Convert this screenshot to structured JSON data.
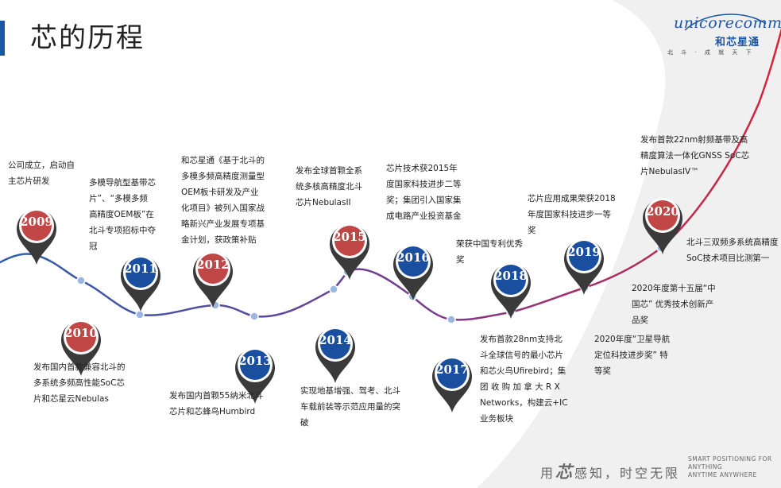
{
  "header": {
    "title": "芯的历程"
  },
  "logo": {
    "wordmark": "unicorecomm",
    "cn_name": "和芯星通",
    "slogan": "北 斗 · 成 就 天 下"
  },
  "colors": {
    "accent_blue": "#1c56a8",
    "pin_red": "#c14747",
    "pin_blue": "#1a4f9f",
    "curve_start": "#2f5fae",
    "curve_end": "#d92236",
    "bg_gray": "#f0f0f0"
  },
  "timeline": [
    {
      "year": "2009",
      "color": "red",
      "text": "公司成立，启动自\n主芯片研发"
    },
    {
      "year": "2010",
      "color": "red",
      "text": "发布国内首款兼容北斗的\n多系统多频高性能SoC芯\n片和芯星云Nebulas"
    },
    {
      "year": "2011",
      "color": "blue",
      "text": "多模导航型基带芯\n片”、“多模多频\n高精度OEM板”在\n北斗专项招标中夺\n冠"
    },
    {
      "year": "2012",
      "color": "red",
      "text": "和芯星通《基于北斗的\n多模多频高精度测量型\nOEM板卡研发及产业\n化项目》被列入国家战\n略新兴产业发展专项基\n金计划，获政策补贴"
    },
    {
      "year": "2013",
      "color": "blue",
      "text": "发布国内首颗55纳米北斗\n芯片和芯蜂鸟Humbird"
    },
    {
      "year": "2014",
      "color": "blue",
      "text": "实现地基增强、驾考、北斗\n车载前装等示范应用量的突\n破"
    },
    {
      "year": "2015",
      "color": "red",
      "text": "发布全球首颗全系\n统多核高精度北斗\n芯片NebulasII"
    },
    {
      "year": "2016",
      "color": "blue",
      "text": "芯片技术获2015年\n度国家科技进步二等\n奖；集团引入国家集\n成电路产业投资基金"
    },
    {
      "year": "2017",
      "color": "blue",
      "text": "发布首款28nm支持北\n斗全球信号的最小芯片\n和芯火鸟Ufirebird；集\n团 收 购 加 拿 大 R X\nNetworks，构建云+IC\n业务板块"
    },
    {
      "year": "2018",
      "color": "blue",
      "text": "荣获中国专利优秀\n奖"
    },
    {
      "year": "2019",
      "color": "blue",
      "text": "芯片应用成果荣获2018\n年度国家科技进步一等\n奖"
    },
    {
      "year": "2020",
      "color": "red",
      "text": "发布首款22nm射频基带及高\n精度算法一体化GNSS SoC芯\n片NebulasIV™"
    }
  ],
  "extra_labels": [
    {
      "text": "北斗三双频多系统高精度\nSoC技术项目比测第一"
    },
    {
      "text": "2020年度第十五届“中\n国芯” 优秀技术创新产\n品奖"
    },
    {
      "text": "2020年度“卫星导航\n定位科技进步奖” 特\n等奖"
    }
  ],
  "footer": {
    "prefix": "用",
    "glyph": "芯",
    "suffix": "感知，时空无限",
    "en_line1": "SMART POSITIONING FOR",
    "en_line2": "ANYTHING",
    "en_line3": "ANYTIME ANYWHERE"
  }
}
